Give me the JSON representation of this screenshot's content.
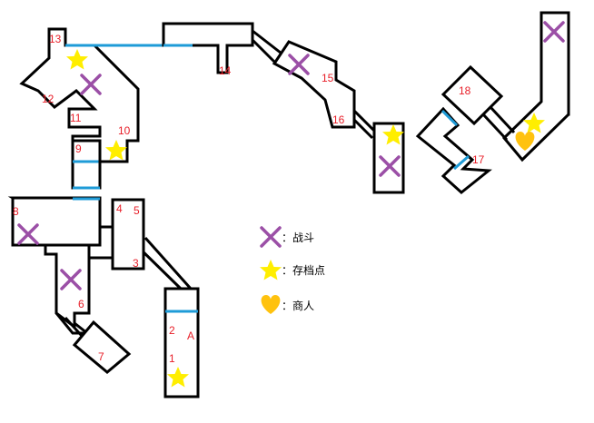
{
  "colors": {
    "wall": "#000000",
    "door": "#1e9bd7",
    "room_number": "#e8202a",
    "battle_marker": "#9b4fa6",
    "save_marker": "#ffee00",
    "merchant_marker": "#ffc20e"
  },
  "room_numbers": [
    "1",
    "2",
    "A",
    "3",
    "4",
    "5",
    "6",
    "7",
    "8",
    "9",
    "10",
    "11",
    "12",
    "13",
    "14",
    "15",
    "16",
    "17",
    "18"
  ],
  "legend": {
    "battle": {
      "icon": "cross-icon",
      "label": "：战斗"
    },
    "save": {
      "icon": "star-icon",
      "label": "：存档点"
    },
    "merchant": {
      "icon": "heart-icon",
      "label": "：商人"
    }
  }
}
